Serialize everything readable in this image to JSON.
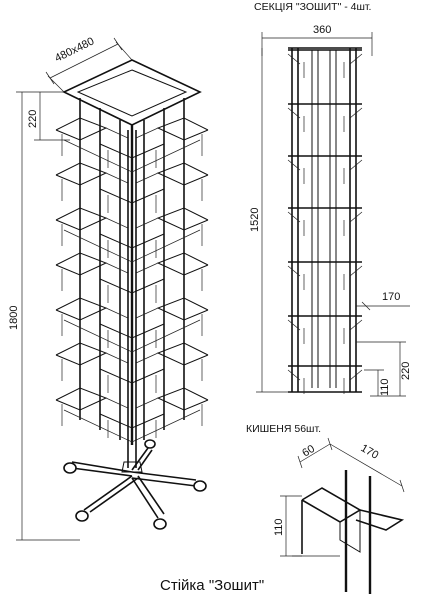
{
  "labels": {
    "section_title": "СЕКЦІЯ \"ЗОШИТ\" - 4шт.",
    "pocket_title": "КИШЕНЯ 56шт.",
    "caption": "Стійка \"Зошит\""
  },
  "dimensions": {
    "base_size": "480x480",
    "top_offset": "220",
    "total_height": "1800",
    "section_width": "360",
    "section_height": "1520",
    "shelf_depth": "170",
    "shelf_spacing": "220",
    "bottom_offset": "110",
    "pocket_depth": "170",
    "pocket_lip": "60",
    "pocket_height": "110"
  }
}
